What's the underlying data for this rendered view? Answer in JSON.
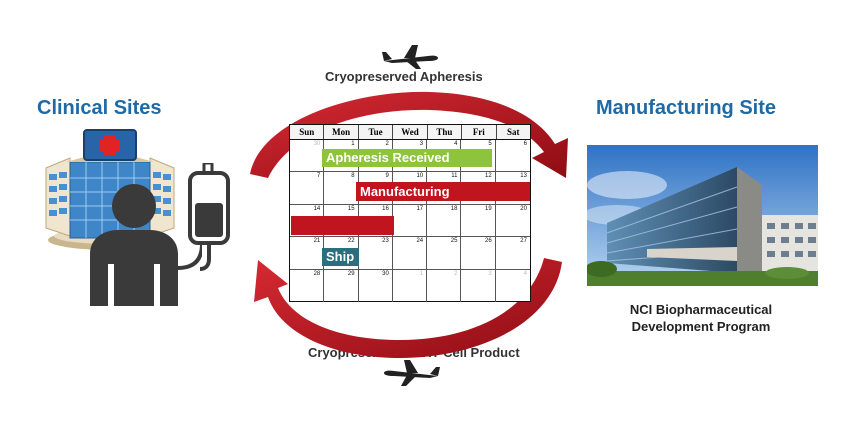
{
  "headings": {
    "clinical_sites": "Clinical Sites",
    "manufacturing_site": "Manufacturing Site"
  },
  "flows": {
    "outbound": "Cryopreserved Apheresis",
    "return": "Cryopreserved CART Cell Product"
  },
  "facility_caption": [
    "NCI Biopharmaceutical",
    "Development Program"
  ],
  "calendar": {
    "days": [
      "Sun",
      "Mon",
      "Tue",
      "Wed",
      "Thu",
      "Fri",
      "Sat"
    ],
    "weeks": [
      [
        "30",
        "1",
        "2",
        "3",
        "4",
        "5",
        "6"
      ],
      [
        "7",
        "8",
        "9",
        "10",
        "11",
        "12",
        "13"
      ],
      [
        "14",
        "15",
        "16",
        "17",
        "18",
        "19",
        "20"
      ],
      [
        "21",
        "22",
        "23",
        "24",
        "25",
        "26",
        "27"
      ],
      [
        "28",
        "29",
        "30",
        "1",
        "2",
        "3",
        "4"
      ]
    ],
    "events": {
      "apheresis": "Apheresis Received",
      "manufacturing": "Manufacturing",
      "ship": "Ship"
    }
  },
  "colors": {
    "heading": "#1f6aa5",
    "cycle_arrow": "#b3121c",
    "apheresis_bar": "#8dc43c",
    "manufacturing_bar": "#c0141e",
    "ship_bar": "#2d6e7e",
    "plane": "#222222"
  },
  "icons": [
    "hospital-icon",
    "patient-icon",
    "iv-bag-icon",
    "airplane-icon",
    "building-photo"
  ]
}
